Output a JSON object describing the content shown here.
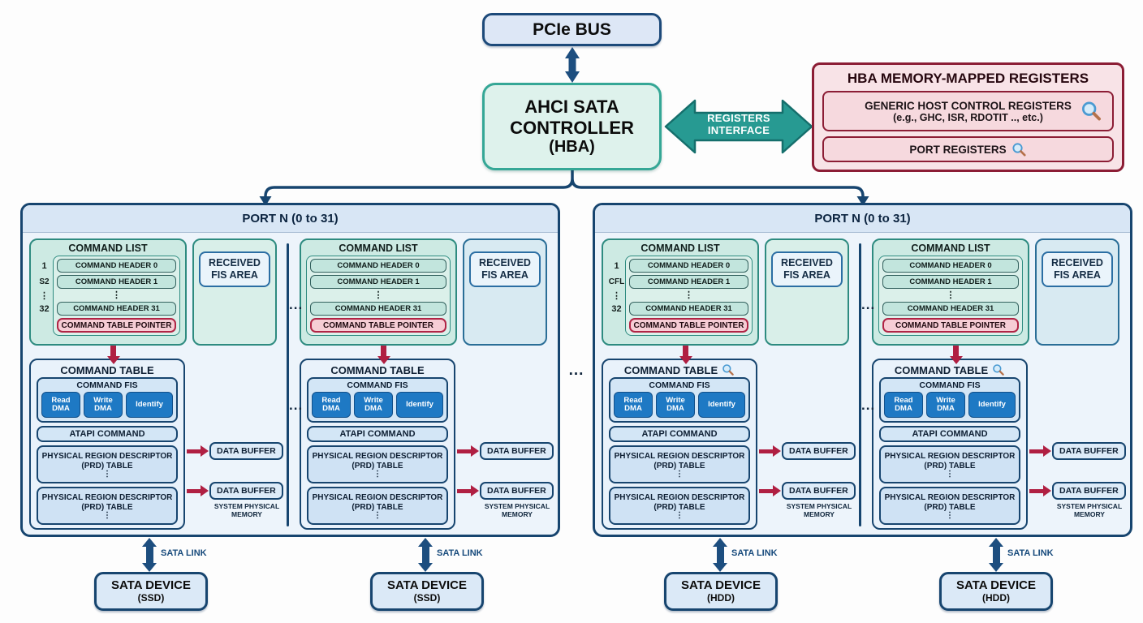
{
  "top": {
    "pcie_bus": "PCIe BUS",
    "ahci_line1": "AHCI SATA",
    "ahci_line2": "CONTROLLER",
    "ahci_line3": "(HBA)",
    "registers_interface_line1": "REGISTERS",
    "registers_interface_line2": "INTERFACE"
  },
  "hba_registers": {
    "title": "HBA MEMORY-MAPPED REGISTERS",
    "generic_title": "GENERIC HOST CONTROL REGISTERS",
    "generic_subtitle": "(e.g., GHC, ISR, RDOTIT .., etc.)",
    "port_registers": "PORT REGISTERS"
  },
  "port_panel": {
    "title": "PORT N (0 to 31)",
    "ellipsis": "...",
    "command_list": {
      "title": "COMMAND LIST",
      "header_0": "COMMAND HEADER 0",
      "header_1": "COMMAND HEADER 1",
      "dots": "⋮",
      "header_31": "COMMAND HEADER 31",
      "table_pointer": "COMMAND TABLE POINTER"
    },
    "received_fis": "RECEIVED FIS AREA",
    "command_table": {
      "title": "COMMAND TABLE",
      "fis_title": "COMMAND FIS",
      "btn_read": "Read DMA",
      "btn_write": "Write DMA",
      "btn_identify": "Identify",
      "atapi": "ATAPI COMMAND",
      "prd": "PHYSICAL REGION DESCRIPTOR (PRD) TABLE",
      "dots": "⋮",
      "data_buffer": "DATA BUFFER",
      "system_memory": "SYSTEM PHYSICAL MEMORY"
    },
    "sata_link": "SATA LINK"
  },
  "ports": [
    {
      "side_labels": [
        "1",
        "S2",
        "⋮",
        "32"
      ],
      "device_line1": "SATA DEVICE",
      "device_line2": "(SSD)"
    },
    {
      "side_labels": [
        "1",
        "CFL",
        "⋮",
        "32"
      ],
      "device_line1": "SATA DEVICE",
      "device_line2": "(HDD)"
    }
  ],
  "colors": {
    "navy": "#17456f",
    "navy_arrow": "#1d4e7f",
    "teal_border": "#2e8b80",
    "teal_arrow": "#279a92",
    "crimson": "#b01f42",
    "maroon": "#8c1d35",
    "mint_fill": "#cdeae3",
    "pink_fill": "#f6d9de",
    "blue_fill": "#e9f2fb",
    "button_blue": "#1e79c4"
  }
}
